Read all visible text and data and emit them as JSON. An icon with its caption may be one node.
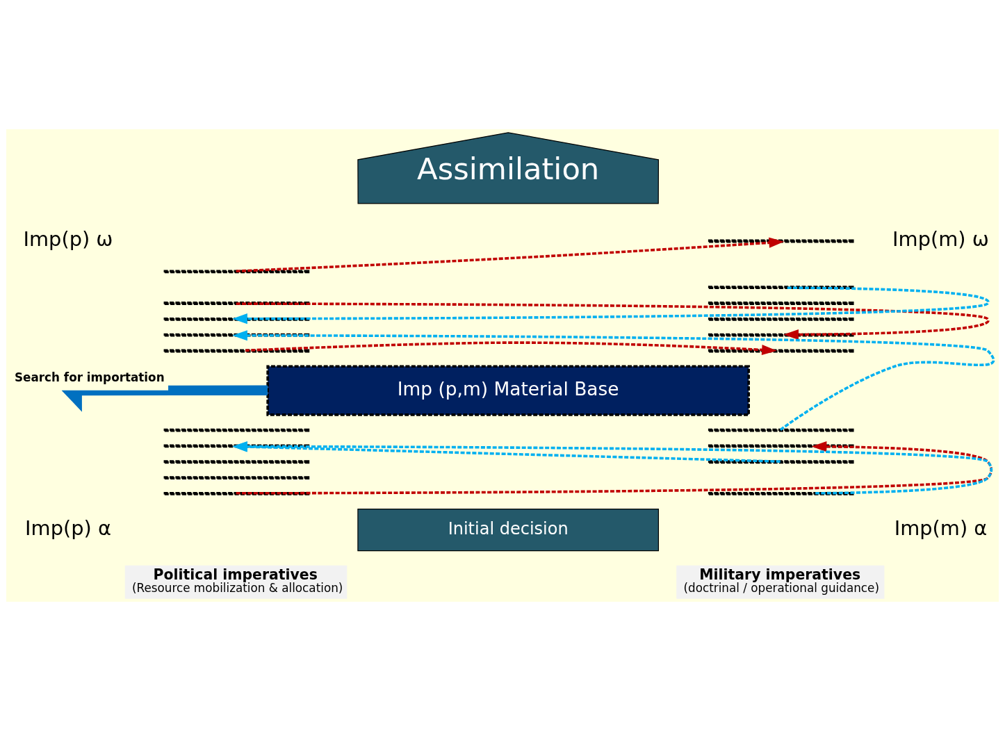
{
  "diagram": {
    "nodes": [
      {
        "text": [
          "Assimilation"
        ]
      },
      {
        "text": [],
        "shape": "line"
      },
      {
        "text": [],
        "shape": "line"
      },
      {
        "text": [],
        "shape": "line"
      },
      {
        "text": [],
        "shape": "line"
      },
      {
        "text": [],
        "shape": "line"
      },
      {
        "text": [],
        "shape": "line"
      },
      {
        "text": [],
        "shape": "line"
      },
      {
        "text": [],
        "shape": "line"
      },
      {
        "text": [],
        "shape": "line"
      },
      {
        "text": [],
        "shape": "line"
      },
      {
        "text": [],
        "shape": "line"
      },
      {
        "text": [],
        "shape": "line"
      },
      {
        "text": [],
        "shape": "line"
      },
      {
        "text": [],
        "shape": "line"
      },
      {
        "text": [],
        "shape": "line"
      },
      {
        "text": [],
        "shape": "line"
      },
      {
        "text": [],
        "shape": "line"
      },
      {
        "text": [],
        "shape": "line"
      },
      {
        "text": [],
        "shape": "line"
      },
      {
        "text": [],
        "shape": "line"
      },
      {
        "text": [
          "Imp (p,m) Material Base"
        ]
      },
      {
        "text": [
          "Initial decision"
        ]
      },
      {
        "text": [
          "Political imperatives",
          "(Resource mobilization & allocation)"
        ]
      },
      {
        "text": [
          "Military imperatives",
          "(doctrinal / operational guidance)"
        ]
      }
    ],
    "edges": [
      {
        "from": 1,
        "to": 11,
        "arrow": "to",
        "style": "dashed",
        "color": "#c00000"
      },
      {
        "from": 12,
        "to": 3,
        "arrow": "to",
        "style": "dashed",
        "color": "#00b0f0"
      },
      {
        "from": 2,
        "to": 15,
        "arrow": "to",
        "style": "dashed",
        "color": "#c00000"
      },
      {
        "from": 17,
        "to": 4,
        "arrow": "to",
        "style": "dashed",
        "color": "#00b0f0"
      },
      {
        "from": 5,
        "to": 16,
        "arrow": "to",
        "style": "dashed",
        "color": "#c00000"
      },
      {
        "from": 10,
        "to": 18,
        "arrow": "to",
        "style": "dashed",
        "color": "#c00000"
      },
      {
        "from": 19,
        "to": 7,
        "arrow": "to",
        "style": "dashed",
        "color": "#00b0f0"
      },
      {
        "from": 20,
        "to": 7,
        "arrow": "to",
        "style": "dashed",
        "color": "#00b0f0"
      },
      {
        "from": 21,
        "to": null,
        "arrow": "to",
        "label": "Search for importation",
        "style": "thick",
        "color": "#0070c0"
      }
    ],
    "labels": [
      "Imp(p) ω",
      "Imp(m) ω",
      "Imp(p) α",
      "Imp(m) α"
    ]
  }
}
